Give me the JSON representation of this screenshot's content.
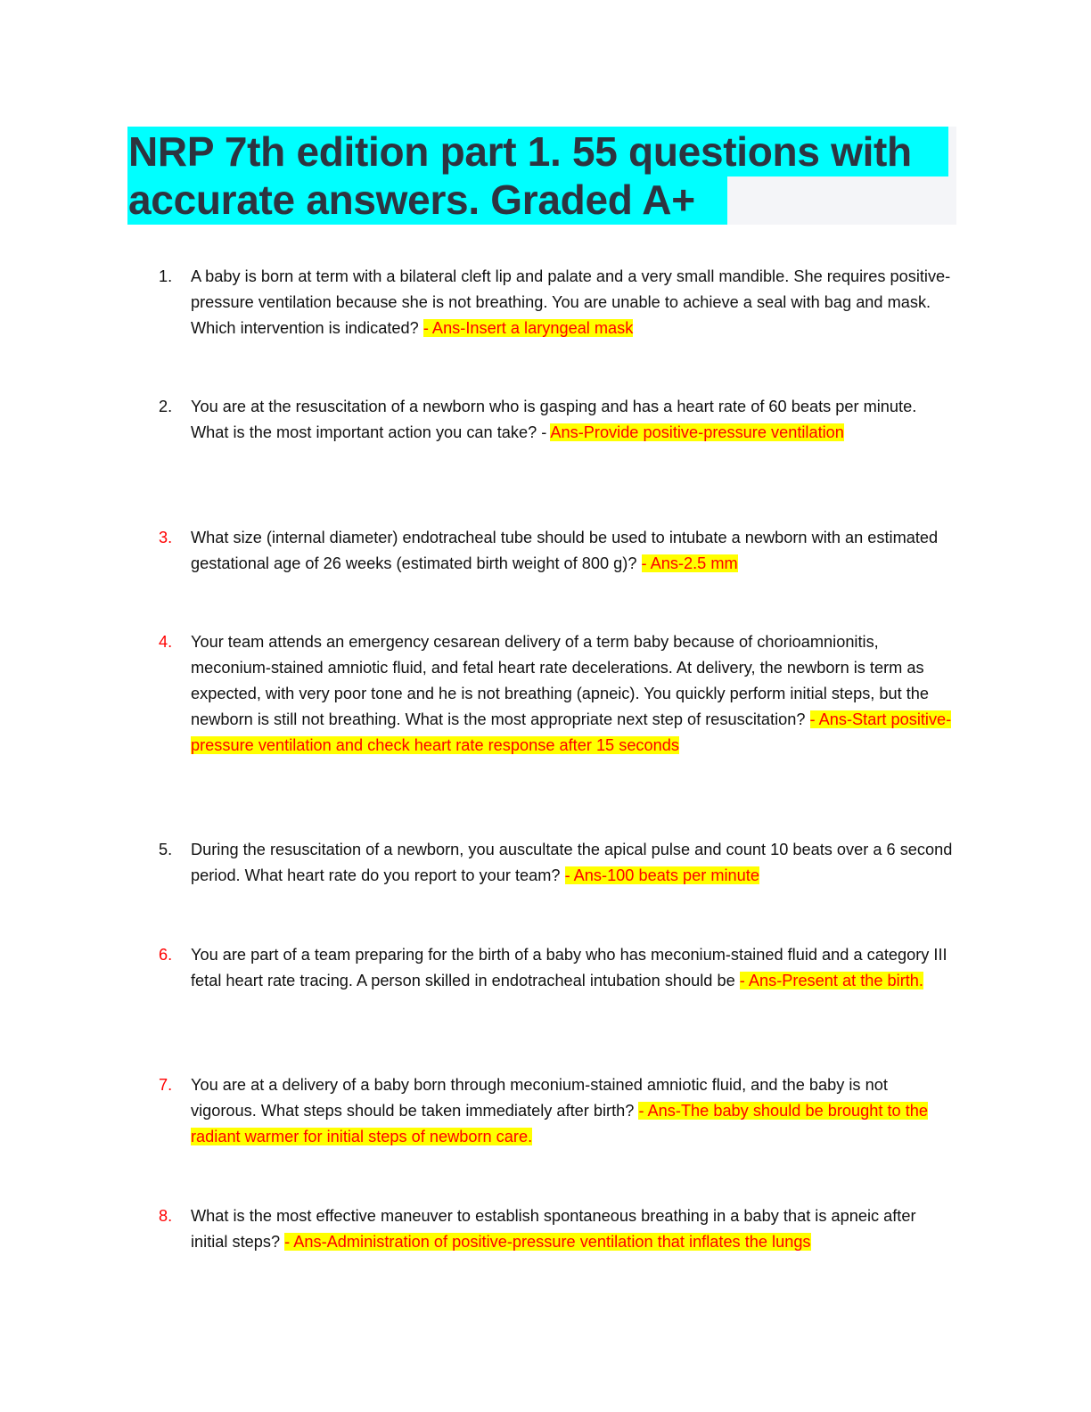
{
  "document": {
    "title_line1": "NRP 7th edition part 1. 55 questions with",
    "title_line2": "accurate answers. Graded A+",
    "colors": {
      "title_highlight": "#00ffff",
      "title_text": "#2d3440",
      "answer_highlight": "#ffff00",
      "answer_text": "#ff0000",
      "question_text": "#111111"
    }
  },
  "questions": [
    {
      "number": "1.",
      "number_red": false,
      "text": "A baby is born at term with a bilateral cleft lip and palate and a very small mandible. She requires positive-pressure ventilation because she is not breathing. You are unable to achieve a seal with bag and mask. Which intervention is indicated? ",
      "answer": "- Ans-Insert a laryngeal mask"
    },
    {
      "number": "2.",
      "number_red": false,
      "text": "You are at the resuscitation of a newborn who is gasping and has a heart rate of 60 beats per minute. What is the most important action you can take? ",
      "answer_prefix": "- ",
      "answer": "Ans-Provide positive-pressure ventilation"
    },
    {
      "number": "3.",
      "number_red": true,
      "text": "What size (internal diameter) endotracheal tube should be used to intubate a newborn with an estimated gestational age of 26 weeks (estimated birth weight of 800 g)? ",
      "answer": "- Ans-2.5 mm"
    },
    {
      "number": "4.",
      "number_red": true,
      "text": "Your team attends an emergency cesarean delivery of a term baby because of chorioamnionitis, meconium-stained amniotic fluid, and fetal heart rate decelerations. At delivery, the newborn is term as expected, with very poor tone and he is not breathing (apneic). You quickly perform initial steps, but the newborn is still not breathing. What is the most appropriate next step of resuscitation? ",
      "answer": "- Ans-Start positive-pressure ventilation and check heart rate response after 15 seconds"
    },
    {
      "number": "5.",
      "number_red": false,
      "text": "During the resuscitation of a newborn, you auscultate the apical pulse and count 10 beats over a 6 second period. What heart rate do you report to your team? ",
      "answer": "- Ans-100 beats per minute"
    },
    {
      "number": "6.",
      "number_red": true,
      "text": "You are part of a team preparing for the birth of a baby who has meconium-stained fluid and a category III fetal heart rate tracing. A person skilled in endotracheal intubation should be ",
      "answer": "- Ans-Present at the birth."
    },
    {
      "number": "7.",
      "number_red": true,
      "text": "You are at a delivery of a baby born through meconium-stained amniotic fluid, and the baby is not vigorous. What steps should be taken immediately after birth? ",
      "answer": "- Ans-The baby should be brought to the radiant warmer for initial steps of newborn care."
    },
    {
      "number": "8.",
      "number_red": true,
      "text": "What is the most effective maneuver to establish spontaneous breathing in a baby that is apneic after initial steps? ",
      "answer": "- Ans-Administration of positive-pressure ventilation that inflates the lungs"
    }
  ]
}
